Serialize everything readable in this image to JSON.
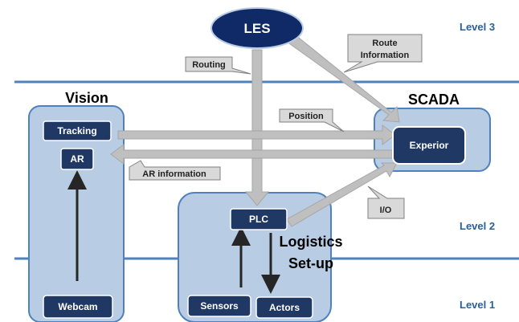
{
  "levels": {
    "level3": "Level 3",
    "level2": "Level 2",
    "level1": "Level 1"
  },
  "groups": {
    "vision": "Vision",
    "scada": "SCADA",
    "logistics_line1": "Logistics",
    "logistics_line2": "Set-up"
  },
  "nodes": {
    "les": "LES",
    "tracking": "Tracking",
    "ar": "AR",
    "webcam": "Webcam",
    "experior": "Experior",
    "plc": "PLC",
    "sensors": "Sensors",
    "actors": "Actors"
  },
  "callouts": {
    "routing": "Routing",
    "route_info_line1": "Route",
    "route_info_line2": "Information",
    "position": "Position",
    "ar_information": "AR information",
    "io": "I/O"
  },
  "colors": {
    "level_line": "#4f81bd",
    "group_fill": "#b8cce4",
    "group_stroke": "#4f81bd",
    "node_fill": "#1f3864",
    "les_fill": "#0f2a66",
    "arrow_gray": "#bfbfbf",
    "callout_fill": "#d9d9d9",
    "level_text": "#2a6099"
  }
}
